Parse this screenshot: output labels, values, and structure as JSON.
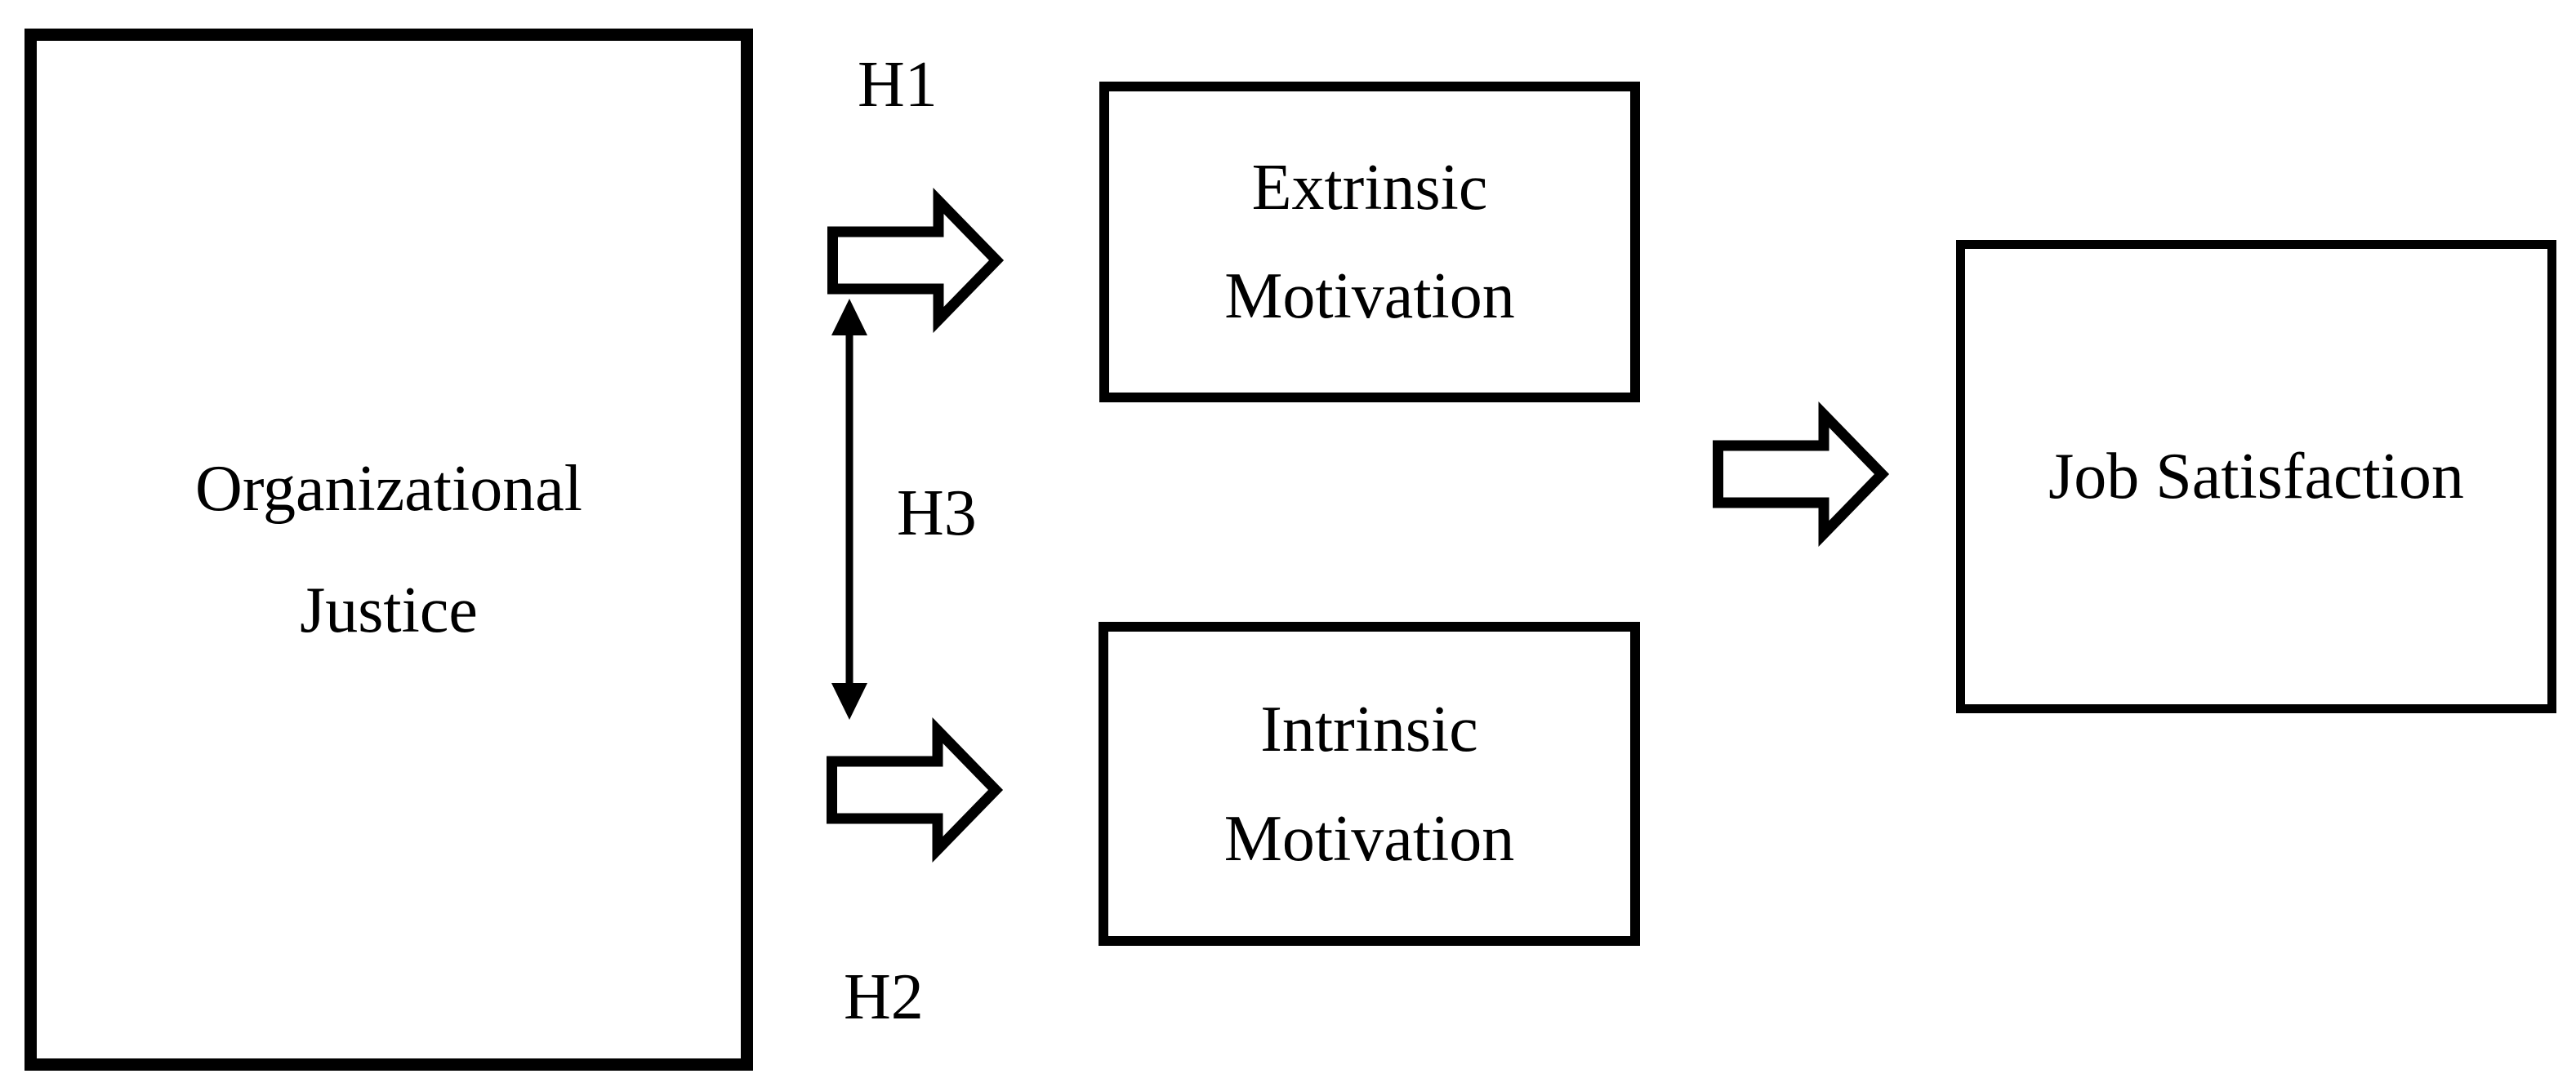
{
  "figure": {
    "background": "#ffffff",
    "ink": "#000000"
  },
  "nodes": {
    "organizational_justice": {
      "line1": "Organizational",
      "line2": "Justice"
    },
    "extrinsic_motivation": {
      "line1": "Extrinsic",
      "line2": "Motivation"
    },
    "intrinsic_motivation": {
      "line1": "Intrinsic",
      "line2": "Motivation"
    },
    "job_satisfaction": {
      "line1": "Job Satisfaction"
    }
  },
  "labels": {
    "h1": "H1",
    "h2": "H2",
    "h3": "H3"
  },
  "arrows": {
    "h1_arrow": {
      "icon": "block-arrow-right-icon",
      "from": "organizational_justice",
      "to": "extrinsic_motivation"
    },
    "h2_arrow": {
      "icon": "block-arrow-right-icon",
      "from": "organizational_justice",
      "to": "intrinsic_motivation"
    },
    "h3_arrow": {
      "icon": "double-headed-vertical-arrow-icon",
      "between": [
        "extrinsic_motivation",
        "intrinsic_motivation"
      ]
    },
    "mediation_arrow": {
      "icon": "block-arrow-right-icon",
      "from": "motivation",
      "to": "job_satisfaction"
    }
  }
}
